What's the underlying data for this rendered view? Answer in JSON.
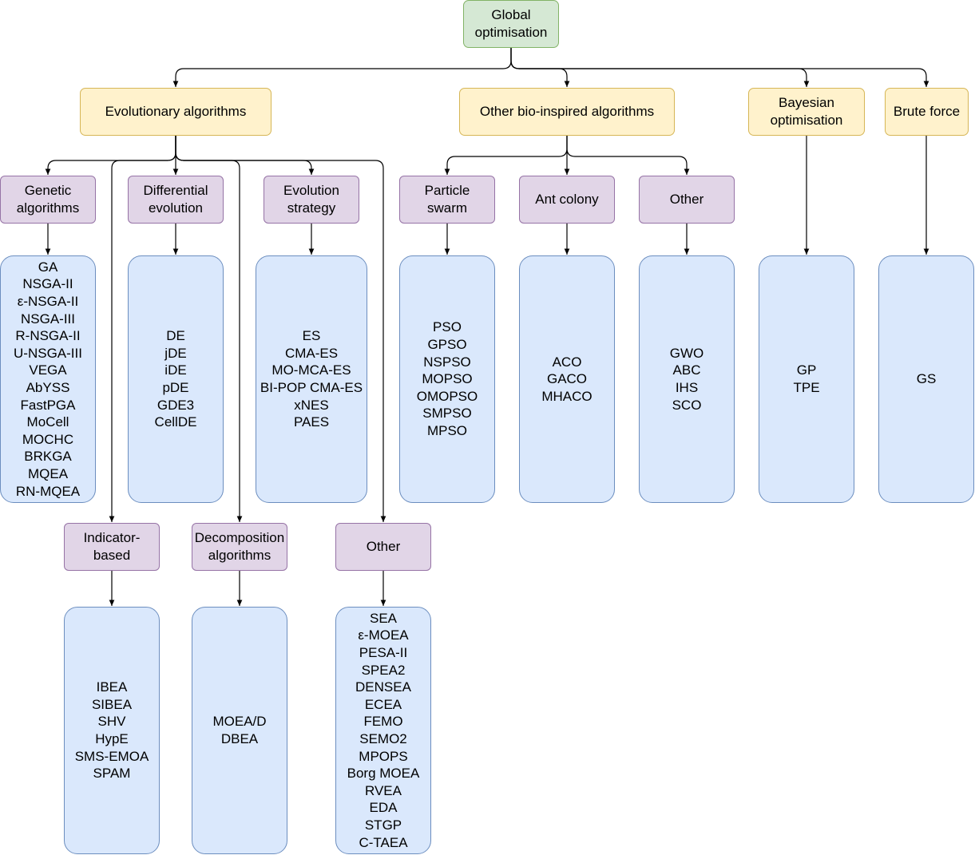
{
  "root": "Global\noptimisation",
  "categories": {
    "evolutionary": "Evolutionary algorithms",
    "bio_inspired": "Other bio-inspired algorithms",
    "bayesian": "Bayesian\noptimisation",
    "brute_force": "Brute force"
  },
  "subcategories": {
    "genetic": "Genetic\nalgorithms",
    "differential": "Differential\nevolution",
    "evolution_strategy": "Evolution\nstrategy",
    "particle_swarm": "Particle\nswarm",
    "ant_colony": "Ant colony",
    "bio_other": "Other",
    "indicator": "Indicator-\nbased",
    "decomposition": "Decomposition\nalgorithms",
    "evo_other": "Other"
  },
  "lists": {
    "genetic": [
      "GA",
      "NSGA-II",
      "ε-NSGA-II",
      "NSGA-III",
      "R-NSGA-II",
      "U-NSGA-III",
      "VEGA",
      "AbYSS",
      "FastPGA",
      "MoCell",
      "MOCHC",
      "BRKGA",
      "MQEA",
      "RN-MQEA"
    ],
    "differential": [
      "DE",
      "jDE",
      "iDE",
      "pDE",
      "GDE3",
      "CellDE"
    ],
    "evolution_strategy": [
      "ES",
      "CMA-ES",
      "MO-MCA-ES",
      "BI-POP CMA-ES",
      "xNES",
      "PAES"
    ],
    "particle_swarm": [
      "PSO",
      "GPSO",
      "NSPSO",
      "MOPSO",
      "OMOPSO",
      "SMPSO",
      "MPSO"
    ],
    "ant_colony": [
      "ACO",
      "GACO",
      "MHACO"
    ],
    "bio_other": [
      "GWO",
      "ABC",
      "IHS",
      "SCO"
    ],
    "bayesian": [
      "GP",
      "TPE"
    ],
    "brute_force": [
      "GS"
    ],
    "indicator": [
      "IBEA",
      "SIBEA",
      "SHV",
      "HypE",
      "SMS-EMOA",
      "SPAM"
    ],
    "decomposition": [
      "MOEA/D",
      "DBEA"
    ],
    "evo_other": [
      "SEA",
      "ε-MOEA",
      "PESA-II",
      "SPEA2",
      "DENSEA",
      "ECEA",
      "FEMO",
      "SEMO2",
      "MPOPS",
      "Borg MOEA",
      "RVEA",
      "EDA",
      "STGP",
      "C-TAEA"
    ]
  },
  "colors": {
    "root_fill": "#d5e8d4",
    "category_fill": "#fff2cc",
    "subcategory_fill": "#e1d5e7",
    "list_fill": "#dae8fc",
    "edge": "#000000"
  }
}
